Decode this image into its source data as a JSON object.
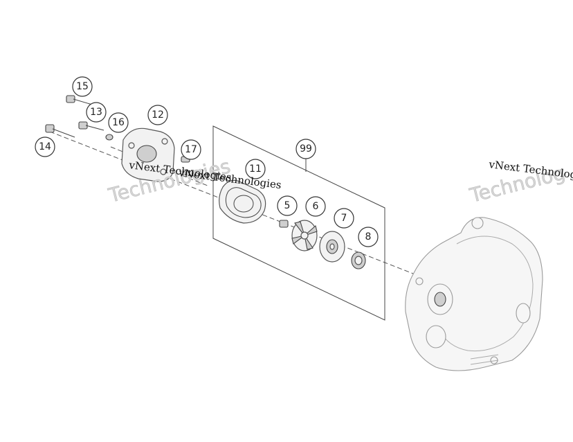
{
  "callouts": {
    "c15": "15",
    "c13": "13",
    "c16": "16",
    "c12": "12",
    "c14": "14",
    "c17": "17",
    "c11": "11",
    "c99": "99",
    "c5": "5",
    "c6": "6",
    "c7": "7",
    "c8": "8"
  },
  "watermarks": {
    "small_1": "vNext Technologies",
    "small_2": "vNext Technologies",
    "small_3": "vNext Technolog",
    "big_1": "Technologies",
    "big_2": "Technolog"
  }
}
